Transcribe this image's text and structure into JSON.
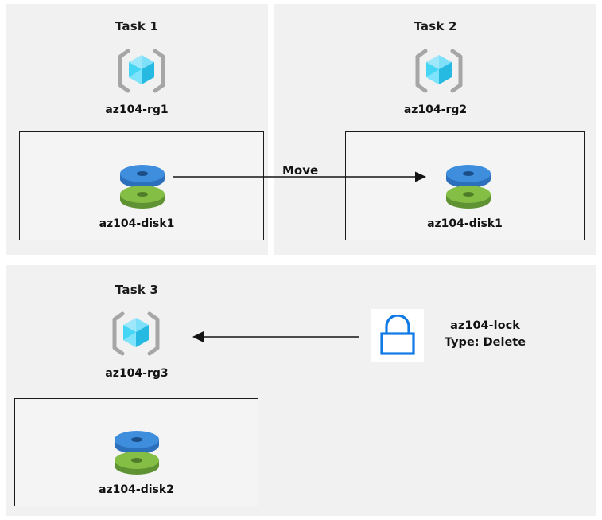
{
  "page": {
    "background": "#ffffff",
    "panel_background": "#f1f1f1"
  },
  "colors": {
    "panel_bg": "#f1f1f1",
    "box_border": "#1b1b1b",
    "text": "#121212",
    "arrow": "#141414",
    "cube_light": "#9fe8fb",
    "cube_mid": "#3fd2f3",
    "cube_dark": "#25b6e0",
    "bracket_gray": "#a6a6a6",
    "disk_blue_top": "#3f8ede",
    "disk_blue_side": "#2c6fba",
    "disk_green_top": "#84be45",
    "disk_green_side": "#5f9233",
    "lock_blue": "#0f7ae5",
    "lock_tile_bg": "#ffffff"
  },
  "panels": [
    {
      "id": "task1",
      "title": "Task 1",
      "resource_group": {
        "label": "az104-rg1",
        "icon": "resource-group-cube-icon"
      },
      "resource": {
        "label": "az104-disk1",
        "icon": "managed-disk-icon"
      }
    },
    {
      "id": "task2",
      "title": "Task 2",
      "resource_group": {
        "label": "az104-rg2",
        "icon": "resource-group-cube-icon"
      },
      "resource": {
        "label": "az104-disk1",
        "icon": "managed-disk-icon"
      }
    },
    {
      "id": "task3",
      "title": "Task 3",
      "resource_group": {
        "label": "az104-rg3",
        "icon": "resource-group-cube-icon"
      },
      "resource": {
        "label": "az104-disk2",
        "icon": "managed-disk-icon"
      }
    }
  ],
  "connectors": {
    "move": {
      "label": "Move",
      "direction": "right",
      "from": "az104-disk1 in az104-rg1",
      "to": "az104-disk1 in az104-rg2"
    },
    "lock": {
      "direction": "left",
      "from": "az104-lock",
      "to": "az104-rg3"
    }
  },
  "lock": {
    "icon": "padlock-icon",
    "name": "az104-lock",
    "type_line": "Type: Delete"
  }
}
